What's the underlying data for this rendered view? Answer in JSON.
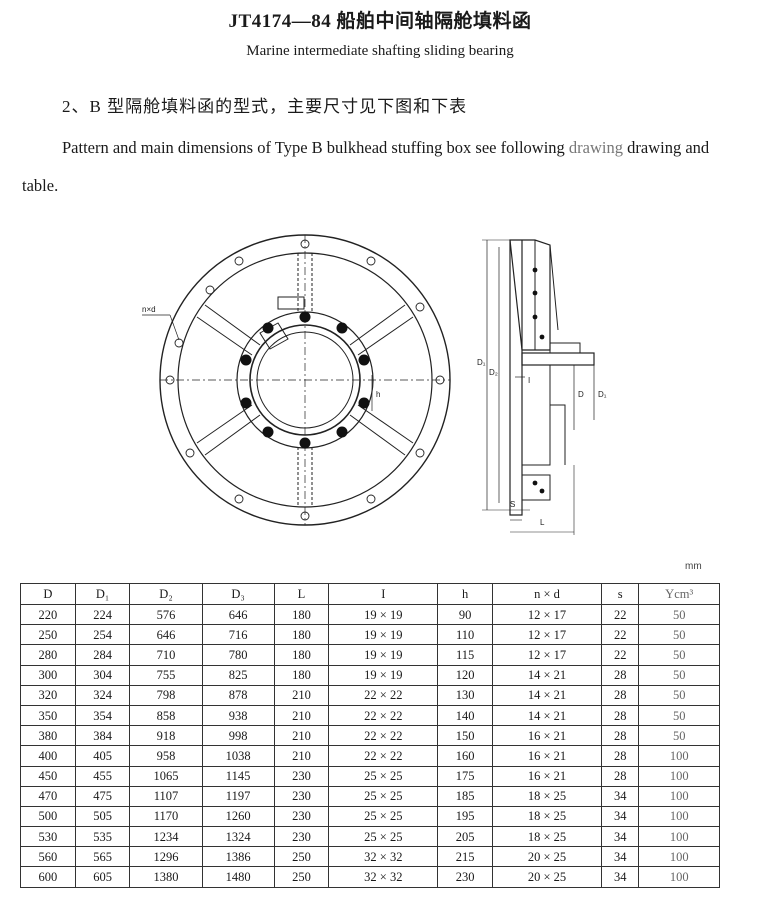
{
  "header": {
    "title": "JT4174—84 船舶中间轴隔舱填料函",
    "subtitle": "Marine intermediate shafting sliding bearing"
  },
  "section": {
    "heading_zh": "2、B 型隔舱填料函的型式，主要尺寸见下图和下表",
    "description_en_main": "Pattern and main dimensions of Type B bulkhead stuffing box see following",
    "description_en_faint": "drawing",
    "description_en_cont": "drawing and table."
  },
  "drawing": {
    "labels": {
      "nxd": "n×d",
      "h": "h",
      "D1": "D₁",
      "D2": "D₂",
      "D": "D",
      "Dsmall": "D₁",
      "s": "S",
      "L": "L",
      "I": "I"
    }
  },
  "table": {
    "unit": "mm",
    "headers": [
      "D",
      "D₁",
      "D₂",
      "D₃",
      "L",
      "I",
      "h",
      "n × d",
      "s",
      "Ycm³"
    ],
    "rows": [
      [
        "220",
        "224",
        "576",
        "646",
        "180",
        "19 × 19",
        "90",
        "12 × 17",
        "22",
        "50"
      ],
      [
        "250",
        "254",
        "646",
        "716",
        "180",
        "19 × 19",
        "110",
        "12 × 17",
        "22",
        "50"
      ],
      [
        "280",
        "284",
        "710",
        "780",
        "180",
        "19 × 19",
        "115",
        "12 × 17",
        "22",
        "50"
      ],
      [
        "300",
        "304",
        "755",
        "825",
        "180",
        "19 × 19",
        "120",
        "14 × 21",
        "28",
        "50"
      ],
      [
        "320",
        "324",
        "798",
        "878",
        "210",
        "22 × 22",
        "130",
        "14 × 21",
        "28",
        "50"
      ],
      [
        "350",
        "354",
        "858",
        "938",
        "210",
        "22 × 22",
        "140",
        "14 × 21",
        "28",
        "50"
      ],
      [
        "380",
        "384",
        "918",
        "998",
        "210",
        "22 × 22",
        "150",
        "16 × 21",
        "28",
        "50"
      ],
      [
        "400",
        "405",
        "958",
        "1038",
        "210",
        "22 × 22",
        "160",
        "16 × 21",
        "28",
        "100"
      ],
      [
        "450",
        "455",
        "1065",
        "1145",
        "230",
        "25 × 25",
        "175",
        "16 × 21",
        "28",
        "100"
      ],
      [
        "470",
        "475",
        "1107",
        "1197",
        "230",
        "25 × 25",
        "185",
        "18 × 25",
        "34",
        "100"
      ],
      [
        "500",
        "505",
        "1170",
        "1260",
        "230",
        "25 × 25",
        "195",
        "18 × 25",
        "34",
        "100"
      ],
      [
        "530",
        "535",
        "1234",
        "1324",
        "230",
        "25 × 25",
        "205",
        "18 × 25",
        "34",
        "100"
      ],
      [
        "560",
        "565",
        "1296",
        "1386",
        "250",
        "32 × 32",
        "215",
        "20 × 25",
        "34",
        "100"
      ],
      [
        "600",
        "605",
        "1380",
        "1480",
        "250",
        "32 × 32",
        "230",
        "20 × 25",
        "34",
        "100"
      ]
    ]
  }
}
